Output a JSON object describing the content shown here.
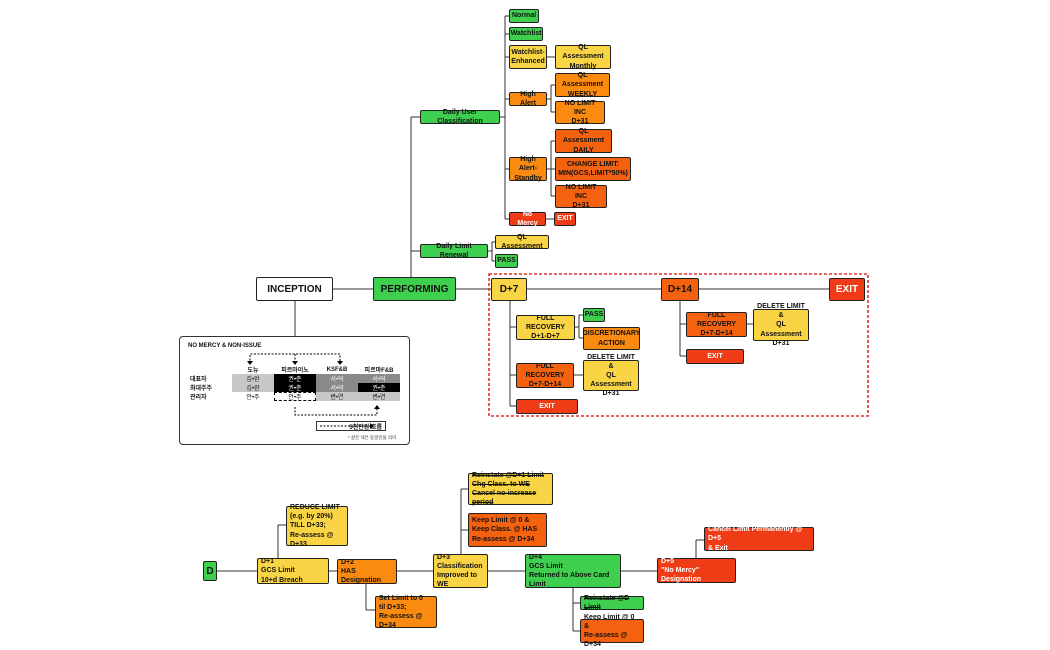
{
  "nodes": {
    "inception": "INCEPTION",
    "performing": "PERFORMING",
    "daily_user_classification": "Daily User Classification",
    "daily_limit_renewal": "Daily Limit Renewal",
    "normal": "Normal",
    "watchlist": "Watchlist",
    "watchlist_enhanced": "Watchlist-\nEnhanced",
    "ql_monthly": "QL Assessment\nMonthly",
    "high_alert": "High Alert",
    "ql_weekly": "QL Assessment\nWEEKLY",
    "no_limit_inc_1": "NO LIMIT INC\nD+31",
    "high_alert_standby": "High Alert-\nStandby",
    "ql_daily": "QL Assessment\nDAILY",
    "change_limit": "CHANGE LIMIT:\nMIN(GCS,LIMIT*50%)",
    "no_limit_inc_2": "NO LIMIT INC\nD+31",
    "no_mercy": "No Mercy",
    "exit_no_mercy": "EXIT",
    "ql_assessment": "QL Assessment",
    "pass_renewal": "PASS",
    "d7": "D+7",
    "full_recovery_d1_d7": "FULL RECOVERY\nD+1-D+7",
    "pass_d7": "PASS",
    "discretionary_action": "DISCRETIONARY\nACTION",
    "full_recovery_d7_d14_a": "FULL RECOVERY\nD+7-D+14",
    "delete_limit_a": "DELETE LIMIT &\nQL Assessment\nD+31",
    "exit_d7": "EXIT",
    "d14": "D+14",
    "full_recovery_d7_d14_b": "FULL RECOVERY\nD+7-D+14",
    "delete_limit_b": "DELETE LIMIT &\nQL Assessment\nD+31",
    "exit_d14": "EXIT",
    "exit_big": "EXIT",
    "d": "D",
    "d1": "D+1\nGCS Limit\n10+d Breach",
    "reduce_limit": "REDUCE LIMIT\n(e.g. by 20%)\nTILL D+33;\nRe-assess @ D+33",
    "d2": "D+2\nHAS Designation",
    "set_limit_0": "Set Limit to 0\ntil D+33;\nRe-assess @ D+34",
    "d3": "D+3\nClassification\nImproved to WE",
    "reinstate": "Reinstate @D+1 Limit\nChg Class. to WE\nCancel no-increase period",
    "keep_limit_has": "Keep Limit @ 0 &\nKeep Class. @ HAS\nRe-assess @ D+34",
    "d4": "D+4\nGCS Limit\nReturned to Above Card Limit",
    "reinstate_d_limit": "Reinstate @D Limit",
    "keep_limit_d4": "Keep Limit @ 0 &\nRe-assess @ D+34",
    "d5": "D+5\n\"No Mercy\" Designation",
    "cancel_limit": "Cancel Limit Permanently @ D+5\n& Exit"
  },
  "legend": {
    "title": "NO MERCY & NON-ISSUE",
    "columns": [
      "도뉴",
      "피르마이노",
      "KSF&B",
      "피르마F&B"
    ],
    "rows": [
      {
        "label": "대표자",
        "cells": [
          "김•완",
          "권•춘",
          "서•덕",
          "서•덕"
        ]
      },
      {
        "label": "최대주주",
        "cells": [
          "김•완",
          "권•춘",
          "서•덕",
          "권•춘"
        ]
      },
      {
        "label": "관리자",
        "cells": [
          "안•주",
          "안•주",
          "변•연",
          "변•연"
        ]
      }
    ],
    "flow_label": "5천만원 흐름",
    "note": "* 같은 색은 동일인을 의미"
  },
  "colors": {
    "green": "#3ecf4e",
    "yellow": "#f9d545",
    "orange": "#fb8a10",
    "dark_orange": "#f46210",
    "red": "#f03c16",
    "dashed_border": "#e03030"
  }
}
